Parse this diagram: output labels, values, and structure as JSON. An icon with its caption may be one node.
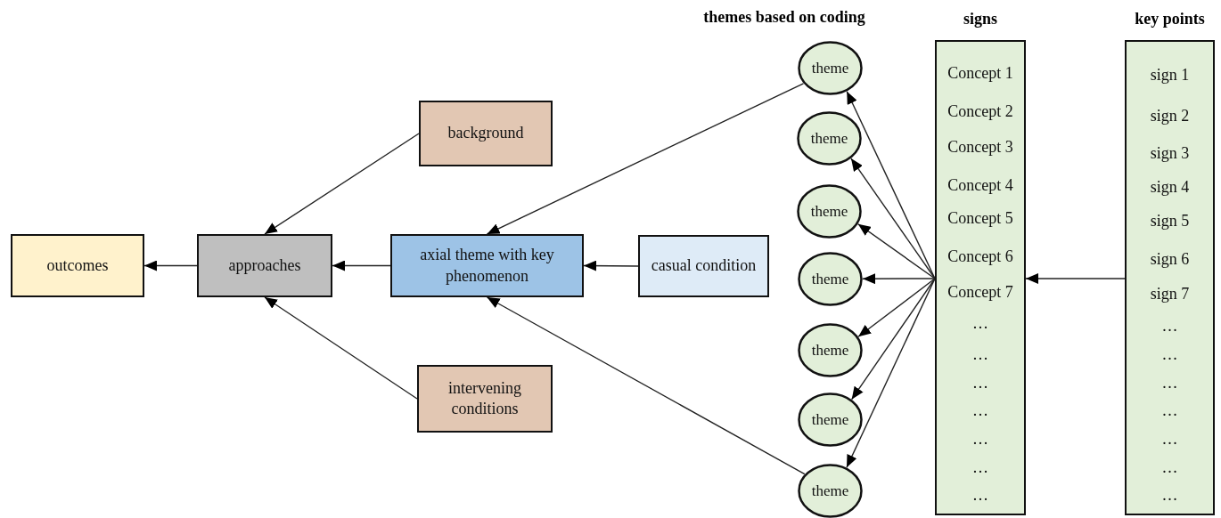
{
  "diagram": {
    "nodes": [
      {
        "text": [
          "outcomes"
        ]
      },
      {
        "text": [
          "approaches"
        ]
      },
      {
        "text": [
          "background"
        ]
      },
      {
        "text": [
          "intervening conditions"
        ]
      },
      {
        "text": [
          "axial theme with key phenomenon"
        ]
      },
      {
        "text": [
          "casual condition"
        ]
      },
      {
        "text": [
          "theme"
        ]
      },
      {
        "text": [
          "theme"
        ]
      },
      {
        "text": [
          "theme"
        ]
      },
      {
        "text": [
          "theme"
        ]
      },
      {
        "text": [
          "theme"
        ]
      },
      {
        "text": [
          "theme"
        ]
      },
      {
        "text": [
          "theme"
        ]
      },
      {
        "text": [
          "signs",
          "Concept 1",
          "Concept 2",
          "Concept 3",
          "Concept 4",
          "Concept 5",
          "Concept 6",
          "Concept 7",
          "…",
          "…",
          "…",
          "…",
          "…",
          "…",
          "…"
        ]
      },
      {
        "text": [
          "key points",
          "sign 1",
          "sign 2",
          "sign 3",
          "sign 4",
          "sign 5",
          "sign 6",
          "sign 7",
          "…",
          "…",
          "…",
          "…",
          "…",
          "…",
          "…"
        ]
      }
    ],
    "edges": [
      {
        "from": 14,
        "to": 13,
        "arrow": "to"
      },
      {
        "from": 13,
        "to": 6,
        "arrow": "to"
      },
      {
        "from": 13,
        "to": 7,
        "arrow": "to"
      },
      {
        "from": 13,
        "to": 8,
        "arrow": "to"
      },
      {
        "from": 13,
        "to": 9,
        "arrow": "to"
      },
      {
        "from": 13,
        "to": 10,
        "arrow": "to"
      },
      {
        "from": 13,
        "to": 11,
        "arrow": "to"
      },
      {
        "from": 13,
        "to": 12,
        "arrow": "to"
      },
      {
        "from": 6,
        "to": 4,
        "arrow": "to"
      },
      {
        "from": 12,
        "to": 4,
        "arrow": "to"
      },
      {
        "from": 5,
        "to": 4,
        "arrow": "to"
      },
      {
        "from": 4,
        "to": 1,
        "arrow": "to"
      },
      {
        "from": 2,
        "to": 1,
        "arrow": "to"
      },
      {
        "from": 3,
        "to": 1,
        "arrow": "to"
      },
      {
        "from": 1,
        "to": 0,
        "arrow": "to"
      }
    ],
    "labels": [
      "themes based on coding"
    ]
  }
}
